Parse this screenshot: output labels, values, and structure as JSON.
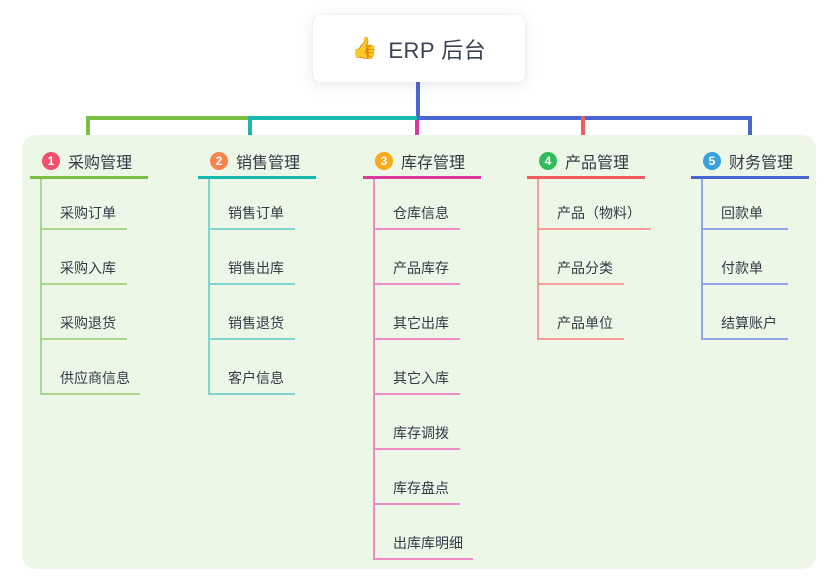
{
  "root": {
    "icon": "👍",
    "title": "ERP 后台"
  },
  "colors": {
    "panel_bg": "#ecf7e8",
    "trunk_blue": "#4a66d2",
    "text": "#333a45"
  },
  "branches": [
    {
      "badge": "1",
      "label": "采购管理",
      "badge_color": "#f0516c",
      "line_color": "#7cc043",
      "sub_line_color": "#a9d88c",
      "items": [
        "采购订单",
        "采购入库",
        "采购退货",
        "供应商信息"
      ]
    },
    {
      "badge": "2",
      "label": "销售管理",
      "badge_color": "#f8834d",
      "line_color": "#17b9ac",
      "sub_line_color": "#82d5cd",
      "items": [
        "销售订单",
        "销售出库",
        "销售退货",
        "客户信息"
      ]
    },
    {
      "badge": "3",
      "label": "库存管理",
      "badge_color": "#fbab1a",
      "line_color": "#d8399b",
      "sub_line_color": "#ef8cc6",
      "items": [
        "仓库信息",
        "产品库存",
        "其它出库",
        "其它入库",
        "库存调拨",
        "库存盘点",
        "出库库明细"
      ]
    },
    {
      "badge": "4",
      "label": "产品管理",
      "badge_color": "#2ebd59",
      "line_color": "#f15d5d",
      "sub_line_color": "#f69d9d",
      "items": [
        "产品（物料）",
        "产品分类",
        "产品单位"
      ]
    },
    {
      "badge": "5",
      "label": "财务管理",
      "badge_color": "#38a1db",
      "line_color": "#4a66d2",
      "sub_line_color": "#90a4e6",
      "items": [
        "回款单",
        "付款单",
        "结算账户"
      ]
    }
  ]
}
